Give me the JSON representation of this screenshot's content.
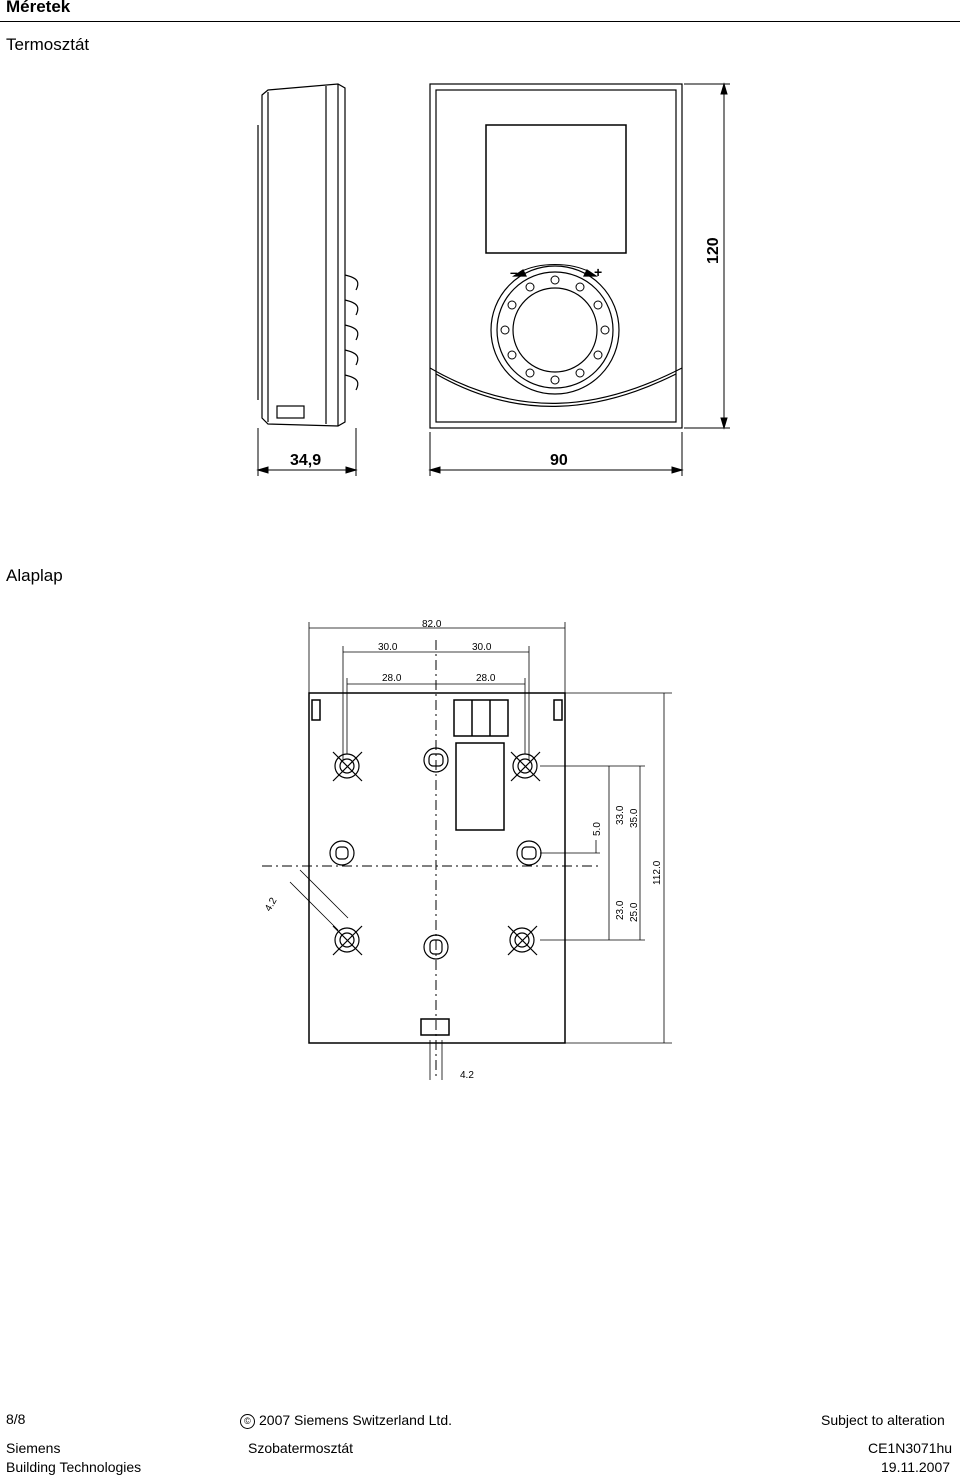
{
  "header": {
    "title": "Méretek"
  },
  "sections": {
    "thermostat": "Termosztát",
    "baseplate": "Alaplap"
  },
  "thermostat_drawing": {
    "depth_label": "34,9",
    "width_label": "90",
    "height_label": "120",
    "minus_label": "–",
    "plus_label": "+"
  },
  "baseplate_drawing": {
    "dim_width": "82.0",
    "dim_left_outer": "30.0",
    "dim_right_outer": "30.0",
    "dim_left_inner": "28.0",
    "dim_right_inner": "28.0",
    "dim_height": "112.0",
    "dim_35": "35.0",
    "dim_33": "33.0",
    "dim_5": "5.0",
    "dim_23": "23.0",
    "dim_25": "25.0",
    "dim_hole_diag": "4.2",
    "dim_hole_bottom": "4.2"
  },
  "footer": {
    "page": "8/8",
    "copyright": "2007 Siemens Switzerland Ltd.",
    "copyright_symbol": "©",
    "notice": "Subject to alteration",
    "company": "Siemens",
    "division": "Building Technologies",
    "product": "Szobatermosztát",
    "doc_id": "CE1N3071hu",
    "date": "19.11.2007"
  }
}
